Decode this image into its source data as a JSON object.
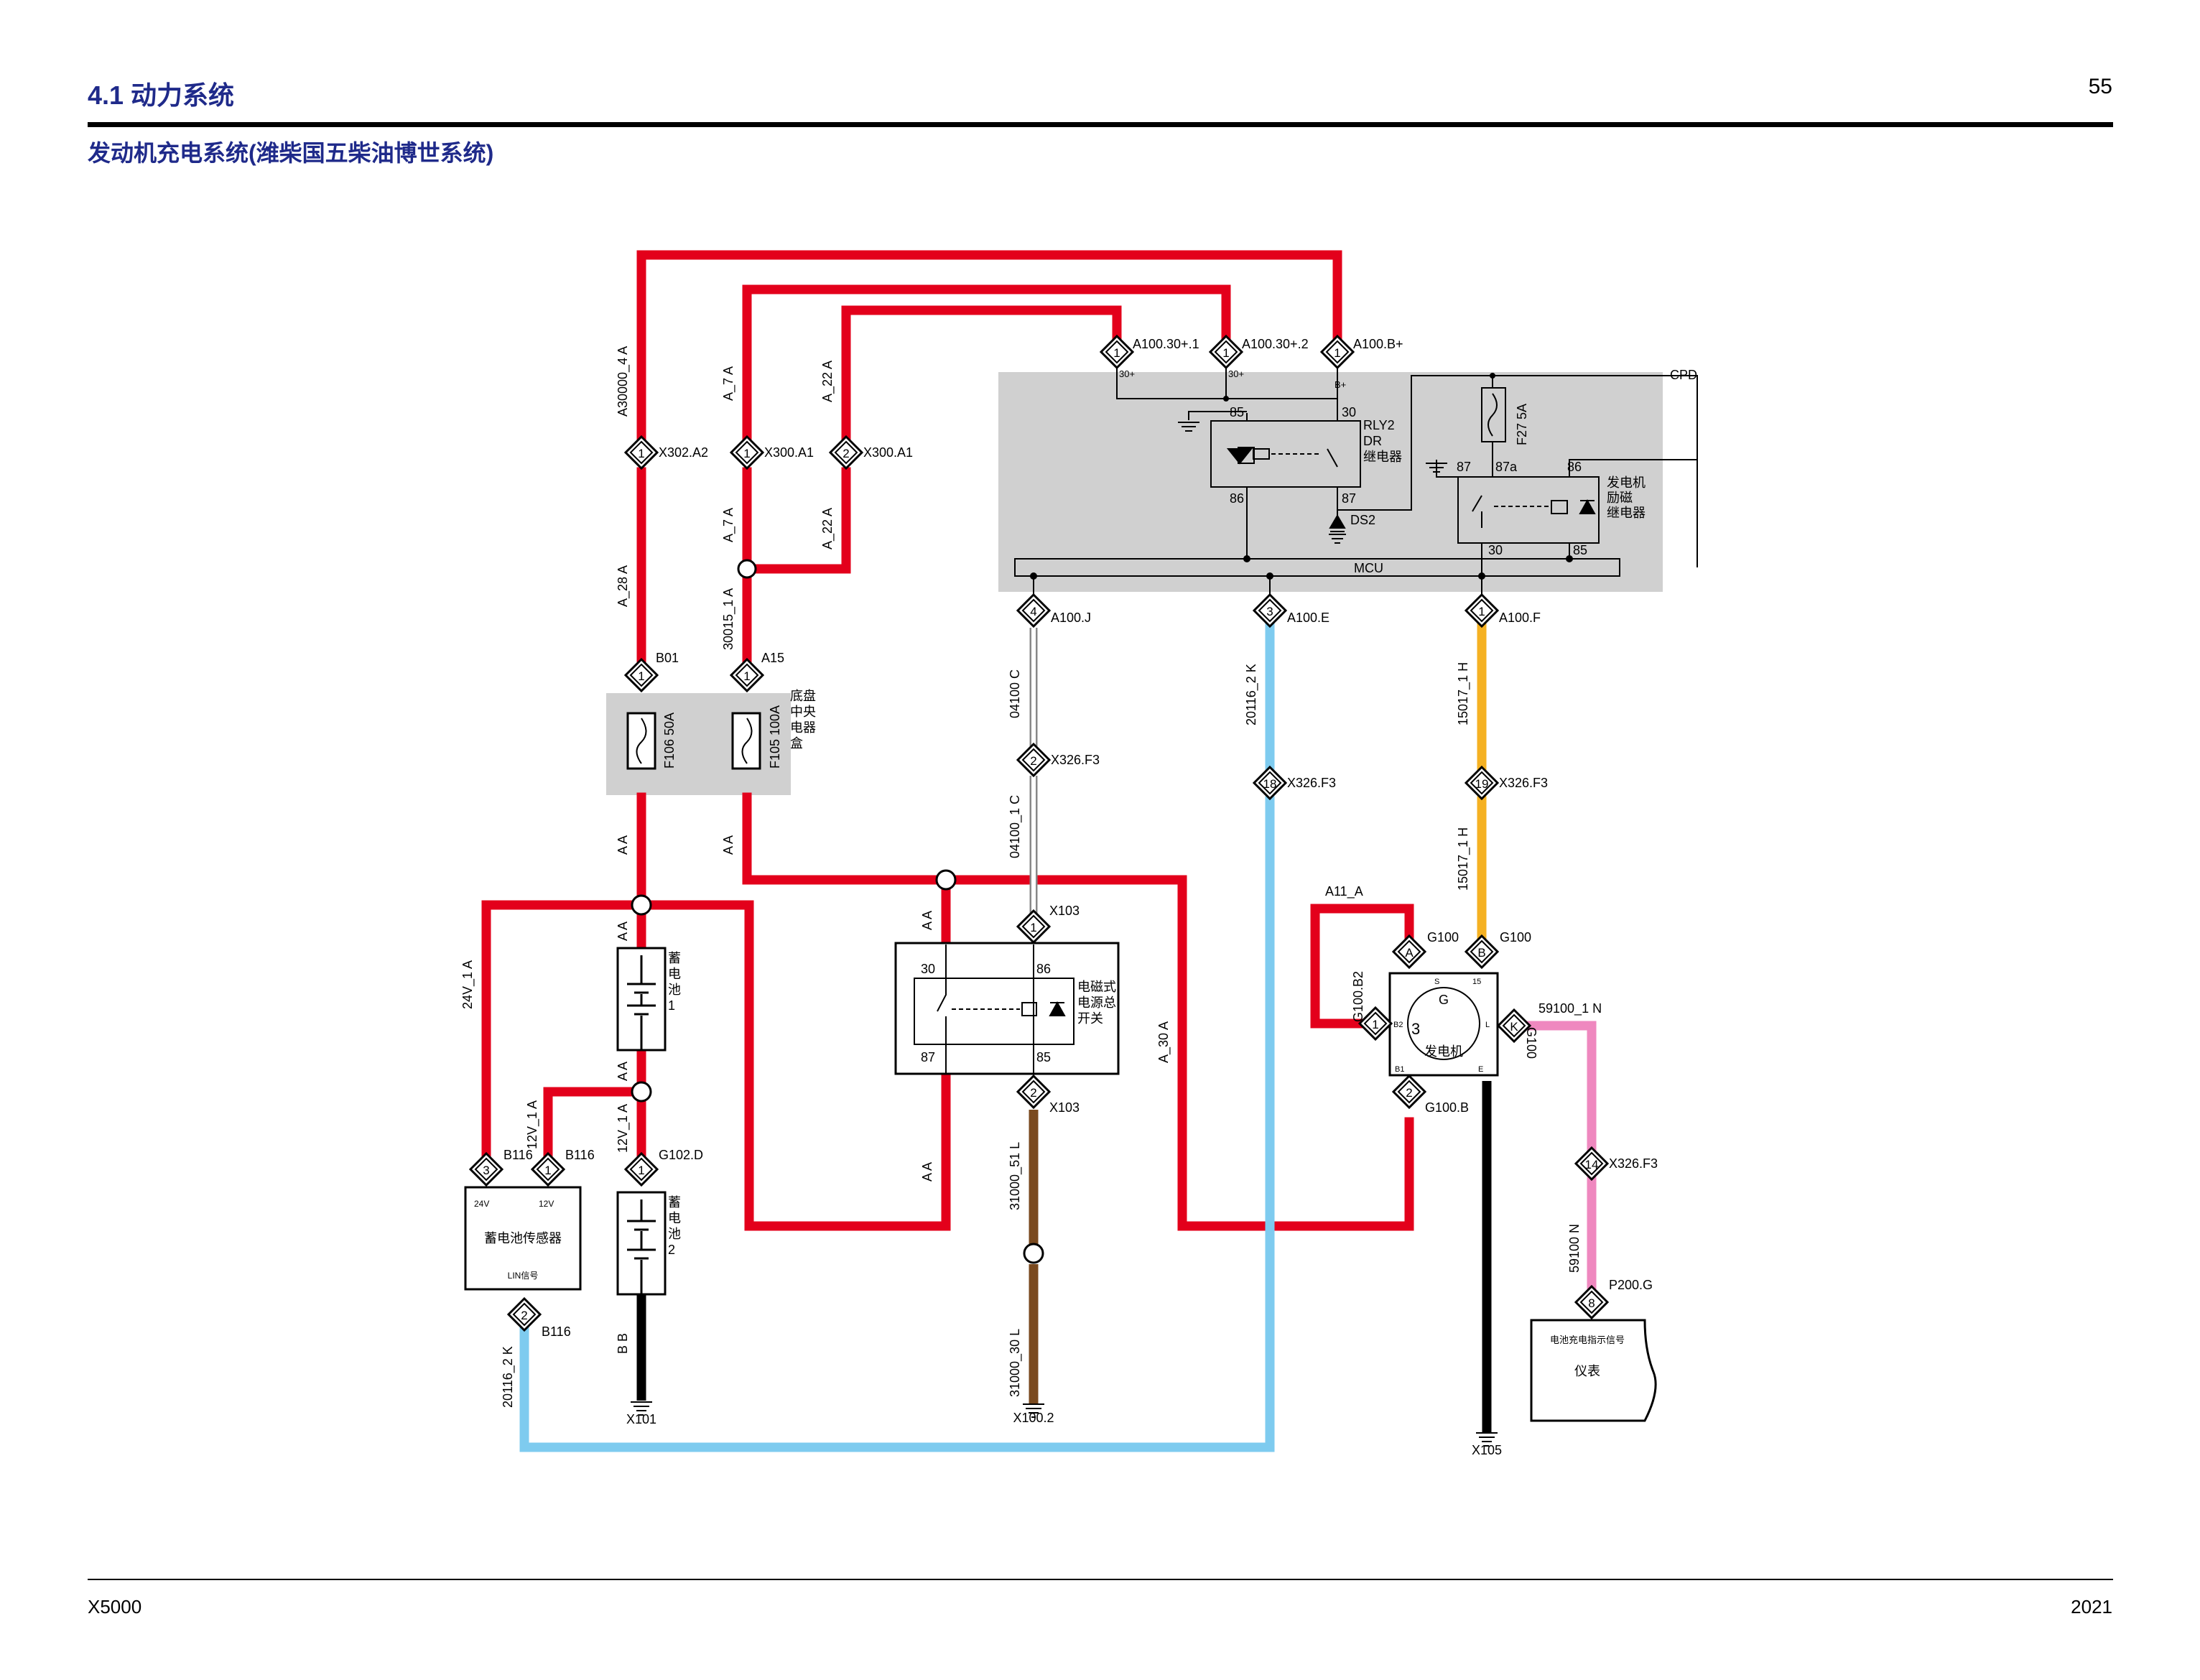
{
  "header": {
    "section": "4.1 动力系统",
    "page": "55",
    "subtitle": "发动机充电系统(潍柴国五柴油博世系统)"
  },
  "footer": {
    "model": "X5000",
    "year": "2021"
  },
  "colors": {
    "red": "#e3001b",
    "blue": "#7ecbef",
    "orange": "#f5b122",
    "brown": "#7a4a1f",
    "pink": "#ef88bf",
    "gray": "#d0d0d0",
    "black": "#000000",
    "title_blue": "#1f2a8a"
  },
  "modules": {
    "cpd": "CPD",
    "mcu": "MCU",
    "rly2": [
      "RLY2",
      "DR",
      "继电器"
    ],
    "ds2": "DS2",
    "f27": "F27 5A",
    "gen_relay": [
      "发电机",
      "励磁",
      "继电器"
    ],
    "fuse_box": [
      "底盘",
      "中央",
      "电器",
      "盒"
    ],
    "f106": "F106 50A",
    "f105": "F105 100A",
    "battery1": [
      "蓄",
      "电",
      "池",
      "1"
    ],
    "battery2": [
      "蓄",
      "电",
      "池",
      "2"
    ],
    "sensor": "蓄电池传感器",
    "sensor_lin": "LIN信号",
    "sensor_24v": "24V",
    "sensor_12v": "12V",
    "master_switch": [
      "电磁式",
      "电源总",
      "开关"
    ],
    "generator": "发电机",
    "generator_g": "G",
    "instrument": "仪表",
    "instrument_sig": "电池充电指示信号"
  },
  "pins": {
    "r85": "85",
    "r30": "30",
    "r86": "86",
    "r87": "87",
    "g87": "87",
    "g87a": "87a",
    "g86": "86",
    "g30": "30",
    "g85": "85",
    "s30": "30",
    "s86": "86",
    "s87": "87",
    "s85": "85",
    "b30p1": "30+",
    "b30p2": "30+",
    "bBp": "B+",
    "genS": "S",
    "gen15": "15",
    "genB2": "B2",
    "genL": "L",
    "genB1": "B1",
    "genE": "E",
    "gen3": "3"
  },
  "connectors": {
    "a100_30_1": {
      "pin": "1",
      "label": "A100.30+.1"
    },
    "a100_30_2": {
      "pin": "1",
      "label": "A100.30+.2"
    },
    "a100_b": {
      "pin": "1",
      "label": "A100.B+"
    },
    "x302": {
      "pin": "1",
      "label": "X302.A2"
    },
    "x300_1": {
      "pin": "1",
      "label": "X300.A1"
    },
    "x300_2": {
      "pin": "2",
      "label": "X300.A1"
    },
    "b01": {
      "pin": "1",
      "label": "B01"
    },
    "a15": {
      "pin": "1",
      "label": "A15"
    },
    "a100_j": {
      "pin": "4",
      "label": "A100.J"
    },
    "a100_e": {
      "pin": "3",
      "label": "A100.E"
    },
    "a100_f": {
      "pin": "1",
      "label": "A100.F"
    },
    "x326_2": {
      "pin": "2",
      "label": "X326.F3"
    },
    "x326_18": {
      "pin": "18",
      "label": "X326.F3"
    },
    "x326_19": {
      "pin": "19",
      "label": "X326.F3"
    },
    "x103_1": {
      "pin": "1",
      "label": "X103"
    },
    "x103_2": {
      "pin": "2",
      "label": "X103"
    },
    "g100_a": {
      "pin": "A",
      "label": "G100"
    },
    "g100_b": {
      "pin": "B",
      "label": "G100"
    },
    "g100_1": {
      "pin": "1",
      "label": "G100.B2"
    },
    "g100_k": {
      "pin": "K",
      "label": "G100"
    },
    "g100_2": {
      "pin": "2",
      "label": "G100.B"
    },
    "b116_3": {
      "pin": "3",
      "label": "B116"
    },
    "b116_1": {
      "pin": "1",
      "label": "B116"
    },
    "b116_2": {
      "pin": "2",
      "label": "B116"
    },
    "g102": {
      "pin": "1",
      "label": "G102.D"
    },
    "x326_14": {
      "pin": "14",
      "label": "X326.F3"
    },
    "p200": {
      "pin": "8",
      "label": "P200.G"
    }
  },
  "grounds": {
    "x101": "X101",
    "x100_2": "X100.2",
    "x105": "X105"
  },
  "wires": {
    "a30000_4_a": "A30000_4 A",
    "a7a_top": "A_7 A",
    "a22a_top": "A_22 A",
    "a28a": "A_28 A",
    "a7a_bot": "A_7 A",
    "a22a_bot": "A_22 A",
    "w30015": "30015_1 A",
    "aa_1": "A A",
    "aa_2": "A A",
    "aa_3": "A A",
    "aa_4": "A A",
    "aa_5": "A A",
    "aa_6": "A A",
    "a30a": "A_30 A",
    "v24": "24V_1 A",
    "v12": "12V_1 A",
    "v12b": "12V_1 A",
    "bb": "B B",
    "w20116_2k_l": "20116_2 K",
    "w04100c": "04100 C",
    "w04100_1c": "04100_1 C",
    "w20116_2k": "20116_2 K",
    "w15017h": "15017_1 H",
    "w15017_1h": "15017_1 H",
    "w31000_51": "31000_51 L",
    "w31000_30": "31000_30 L",
    "a11a": "A11_A",
    "w59100_1n": "59100_1 N",
    "w59100n": "59100 N"
  }
}
